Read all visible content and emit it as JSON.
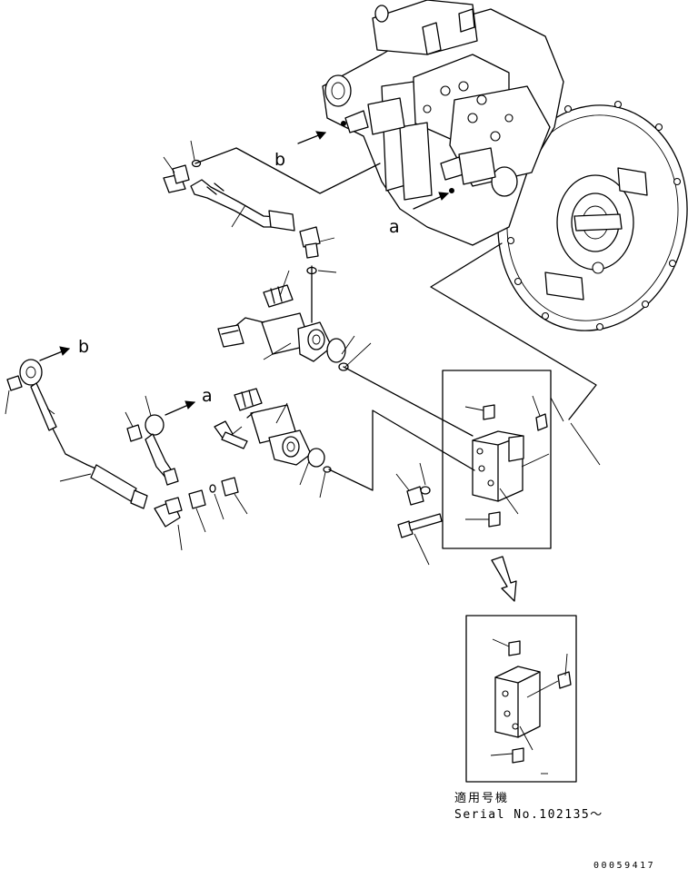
{
  "callouts": {
    "a_upper": "a",
    "b_upper": "b",
    "a_lower": "a",
    "b_lower": "b"
  },
  "caption": {
    "line1": "適用号機",
    "line2": "Serial No.102135～"
  },
  "figure_number": "00059417"
}
